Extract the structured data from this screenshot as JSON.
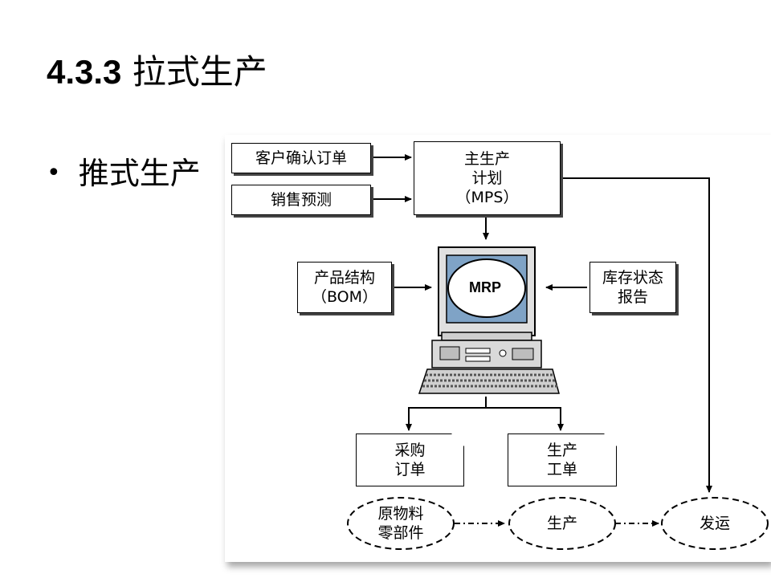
{
  "slide": {
    "title_number": "4.3.3",
    "title_text": "拉式生产",
    "bullet": "推式生产"
  },
  "diagram": {
    "customer_order": "客户确认订单",
    "sales_forecast": "销售预测",
    "mps_line1": "主生产",
    "mps_line2": "计划",
    "mps_line3": "（MPS）",
    "bom_line1": "产品结构",
    "bom_line2": "（BOM）",
    "inventory_line1": "库存状态",
    "inventory_line2": "报告",
    "mrp": "MRP",
    "purchase_line1": "采购",
    "purchase_line2": "订单",
    "work_order_line1": "生产",
    "work_order_line2": "工单",
    "materials_line1": "原物料",
    "materials_line2": "零部件",
    "production": "生产",
    "shipping": "发运"
  },
  "colors": {
    "screen_blue": "#7fa3c6",
    "box_shadow": "#444444",
    "computer_body": "#d9d9d9"
  }
}
